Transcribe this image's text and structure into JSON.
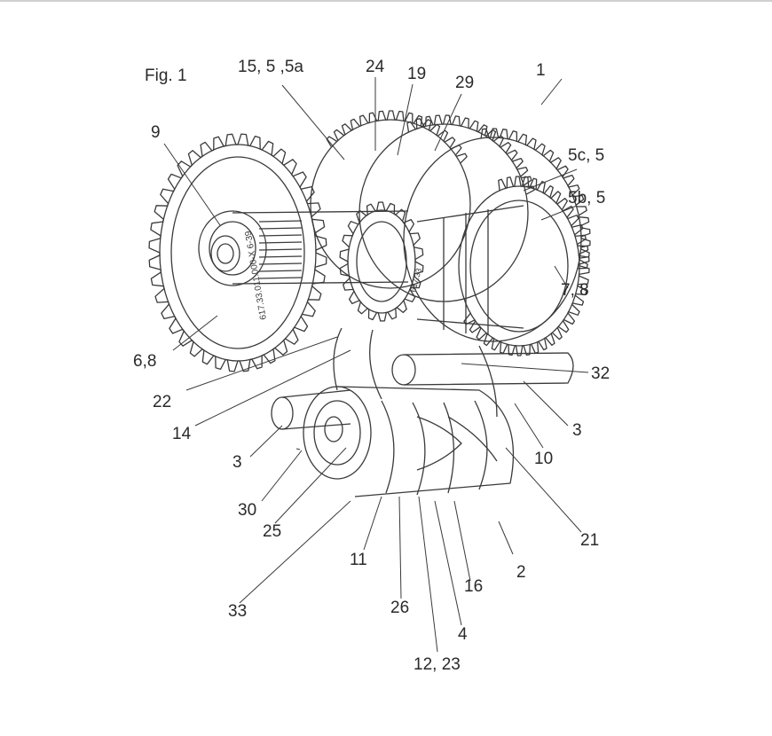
{
  "figure_label": "Fig. 1",
  "reference_numerals": {
    "n_1": "1",
    "n_15_5_5a": "15, 5 ,5a",
    "n_24": "24",
    "n_19": "19",
    "n_29": "29",
    "n_9": "9",
    "n_5c_5": "5c, 5",
    "n_5b_5": "5b, 5",
    "n_7_8": "7, 8",
    "n_6_8": "6,8",
    "n_22": "22",
    "n_14": "14",
    "n_32": "32",
    "n_3_right": "3",
    "n_10": "10",
    "n_3_left": "3",
    "n_30": "30",
    "n_25": "25",
    "n_21": "21",
    "n_11": "11",
    "n_2": "2",
    "n_16": "16",
    "n_33": "33",
    "n_26": "26",
    "n_4": "4",
    "n_12_23": "12, 23"
  },
  "gear_markings": {
    "large_gear_text": "617.33.011.000-X  6-39",
    "small_gear_text": "617.33",
    "hub_text": "617.33"
  },
  "colors": {
    "line": "#3a3a3a",
    "background": "#ffffff"
  }
}
